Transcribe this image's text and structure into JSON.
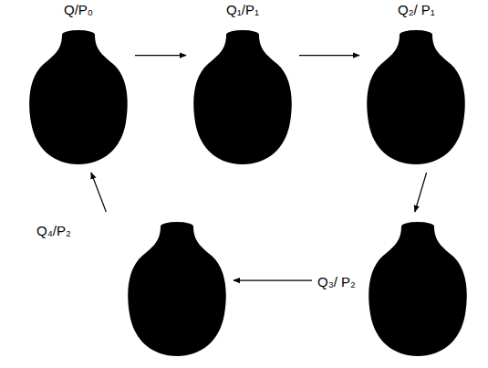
{
  "diagram": {
    "nodes": [
      {
        "text": [
          "Q/P₀"
        ]
      },
      {
        "text": [
          "Q₁/P₁"
        ]
      },
      {
        "text": [
          "Q₂/ P₁"
        ]
      },
      {
        "text": [
          "Q₃/ P₂"
        ]
      },
      {
        "text": [
          "Q₄/P₂"
        ]
      }
    ],
    "edges": [
      {
        "from": 0,
        "to": 1,
        "arrow": "to"
      },
      {
        "from": 1,
        "to": 2,
        "arrow": "to"
      },
      {
        "from": 2,
        "to": 3,
        "arrow": "to"
      },
      {
        "from": 3,
        "to": 4,
        "arrow": "to"
      },
      {
        "from": 4,
        "to": 0,
        "arrow": "to"
      }
    ]
  }
}
